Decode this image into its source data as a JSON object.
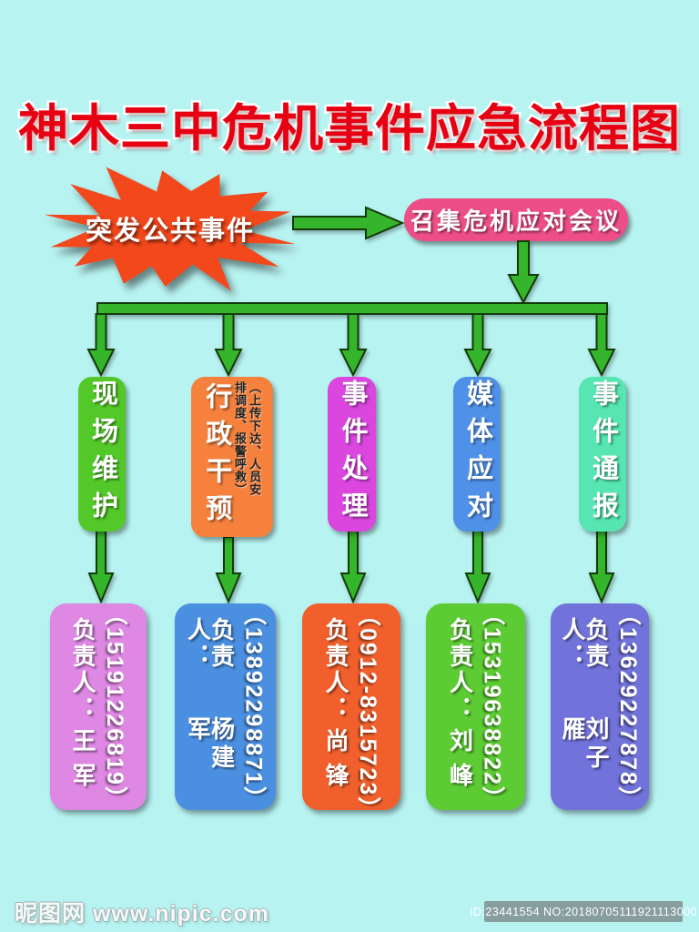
{
  "page": {
    "title": "神木三中危机事件应急流程图",
    "background_color": "#b7f3f1",
    "title_color": "#e60012"
  },
  "flow": {
    "start": {
      "label": "突发公共事件",
      "color": "#f3481c"
    },
    "meeting": {
      "label": "召集危机应对会议",
      "color": "#ee4e87"
    },
    "arrow_color": "#35b52b"
  },
  "branches": [
    {
      "label": "现场维护",
      "color": "#53c829",
      "contact": {
        "role_label": "负责人：",
        "name": "王军",
        "phone": "（15191226819）",
        "color": "#de87e3"
      }
    },
    {
      "label": "行政干预",
      "color": "#f5813d",
      "note_columns": [
        "（上传下达、人员安",
        "排调度、报警呼救）"
      ],
      "contact": {
        "role_label": "负责人：",
        "name": "杨建军",
        "phone": "（13892298871）",
        "color": "#4b8fe0"
      }
    },
    {
      "label": "事件处理",
      "color": "#da46de",
      "contact": {
        "role_label": "负责人：",
        "name": "尚锋",
        "phone": "（0912-8315723）",
        "color": "#f1602c"
      }
    },
    {
      "label": "媒体应对",
      "color": "#4f90e8",
      "contact": {
        "role_label": "负责人：",
        "name": "刘峰",
        "phone": "（15319638822）",
        "color": "#5dcc34"
      }
    },
    {
      "label": "事件通报",
      "color": "#57e6b2",
      "contact": {
        "role_label": "负责人：",
        "name": "刘子雁",
        "phone": "（13629227878）",
        "color": "#7173da"
      }
    }
  ],
  "watermark": {
    "site": "昵图网 www.nipic.com",
    "id_label": "ID:23441554 NO:20180705111921113000"
  }
}
